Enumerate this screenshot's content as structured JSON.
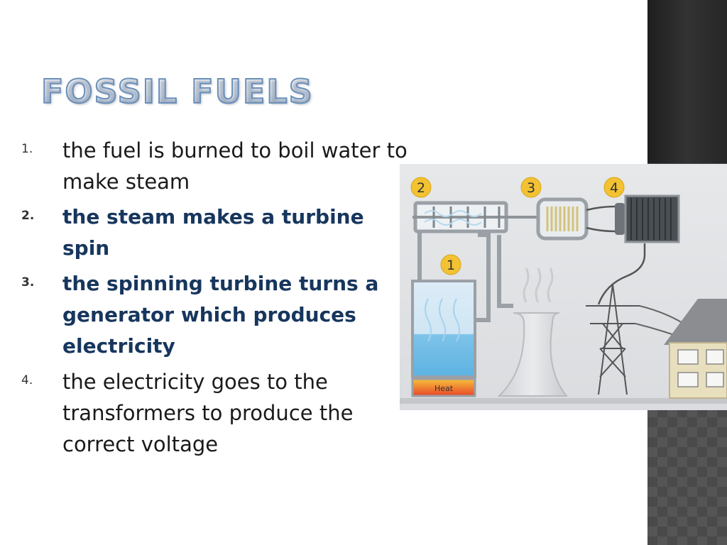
{
  "slide": {
    "title": "FOSSIL FUELS",
    "steps": [
      {
        "number": "1.",
        "text": "the fuel is burned to boil water to make steam"
      },
      {
        "number": "2.",
        "text": "the steam makes a turbine spin"
      },
      {
        "number": "3.",
        "text": "the spinning turbine turns a generator which produces electricity"
      },
      {
        "number": "4.",
        "text": "the electricity goes to the transformers to produce the correct voltage"
      }
    ]
  },
  "diagram": {
    "markers": [
      "1",
      "2",
      "3",
      "4"
    ],
    "heat_label": "Heat"
  },
  "colors": {
    "title_outline": "#6b8fb8",
    "emphasis_text": "#17365d",
    "body_text": "#1a1a1a",
    "marker_fill": "#f3c232",
    "side_band": "#3a3a3a"
  }
}
